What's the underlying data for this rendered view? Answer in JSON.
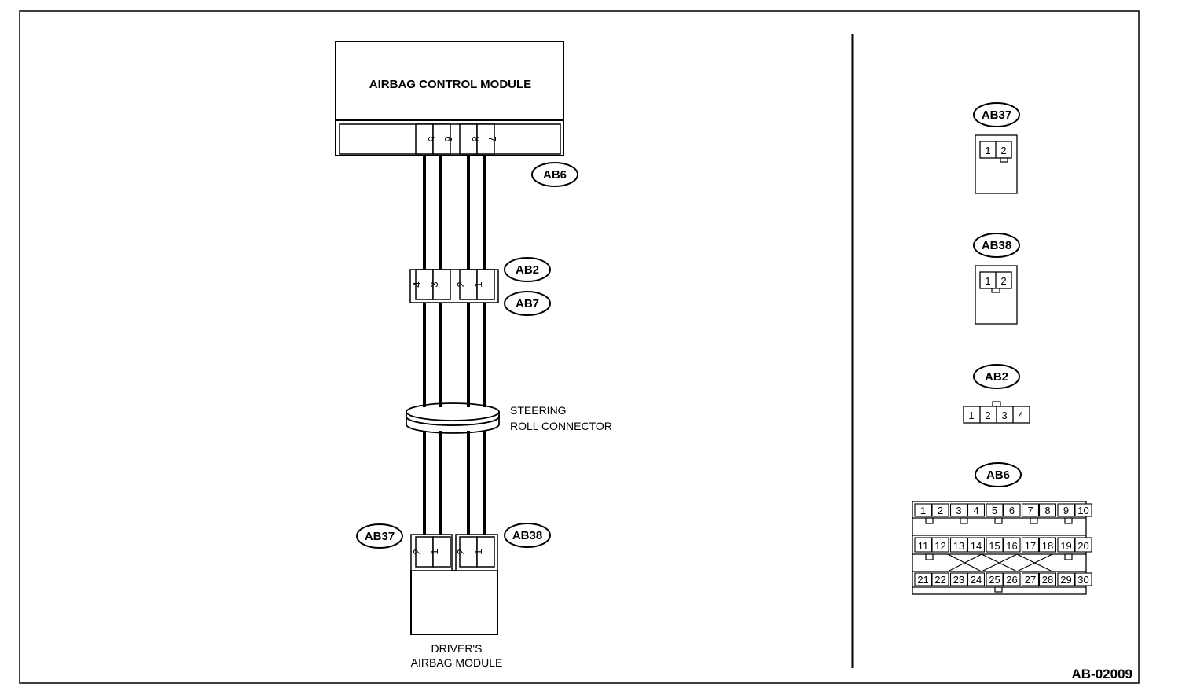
{
  "diagram": {
    "code": "AB-02009",
    "control_module": {
      "label": "AIRBAG CONTROL MODULE",
      "connector": "AB6",
      "pins": [
        "5",
        "6",
        "8",
        "7"
      ]
    },
    "intermediate_connector": {
      "labels": [
        "AB2",
        "AB7"
      ],
      "pins": [
        "4",
        "3",
        "2",
        "1"
      ]
    },
    "steering_roll": {
      "line1": "STEERING",
      "line2": "ROLL CONNECTOR"
    },
    "driver_module": {
      "line1": "DRIVER'S",
      "line2": "AIRBAG MODULE",
      "left_connector": "AB37",
      "right_connector": "AB38",
      "left_pins": [
        "2",
        "1"
      ],
      "right_pins": [
        "2",
        "1"
      ]
    }
  },
  "connector_views": [
    {
      "tag": "AB37",
      "pins": [
        "1",
        "2"
      ]
    },
    {
      "tag": "AB38",
      "pins": [
        "1",
        "2"
      ]
    },
    {
      "tag": "AB2",
      "pins": [
        "1",
        "2",
        "3",
        "4"
      ]
    },
    {
      "tag": "AB6",
      "row1": [
        "1",
        "2",
        "3",
        "4",
        "5",
        "6",
        "7",
        "8",
        "9",
        "10"
      ],
      "row2": [
        "11",
        "12",
        "13",
        "14",
        "15",
        "16",
        "17",
        "18",
        "19",
        "20"
      ],
      "row3": [
        "21",
        "22",
        "23",
        "24",
        "25",
        "26",
        "27",
        "28",
        "29",
        "30"
      ]
    }
  ]
}
